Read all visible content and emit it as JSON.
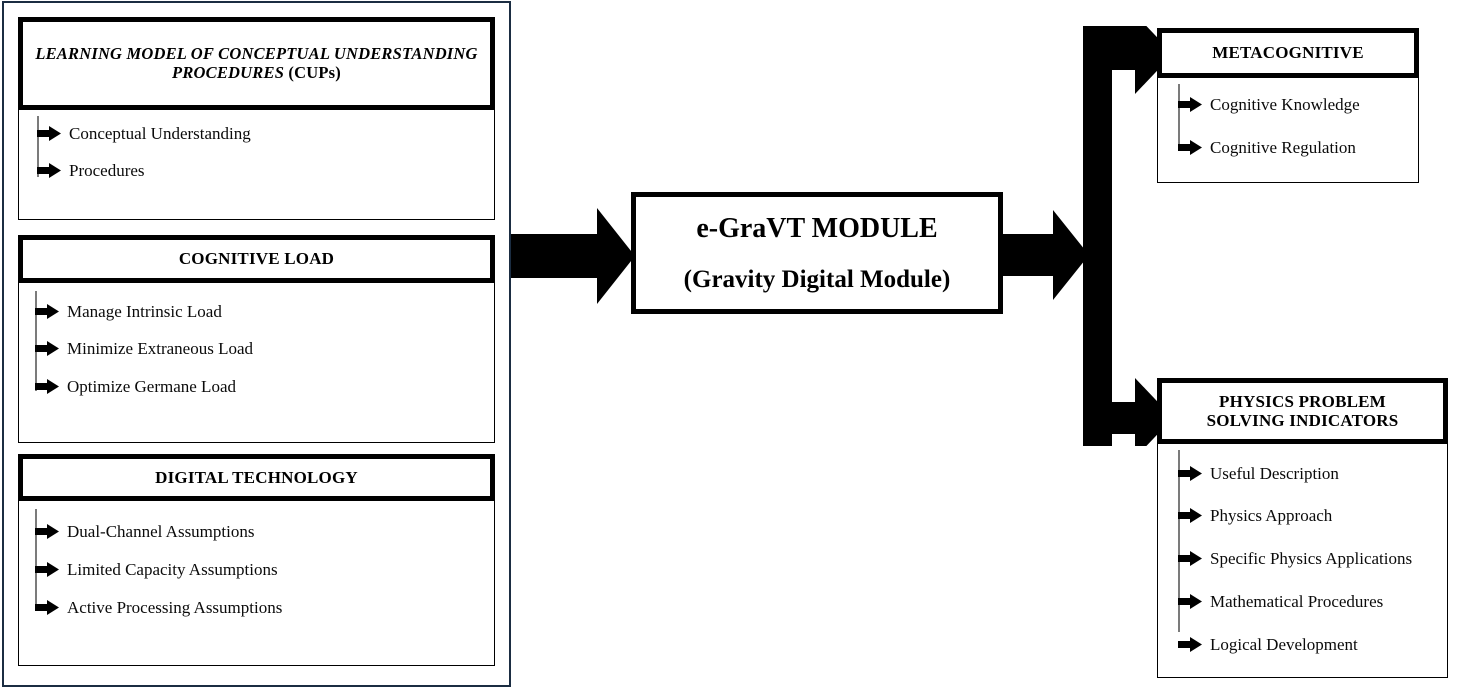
{
  "diagram": {
    "title": "e-GraVT Module conceptual framework",
    "colors": {
      "outline": "#1b2d42",
      "stroke": "#000000",
      "background": "#ffffff",
      "spine": "#7b7b7b"
    },
    "inputs": [
      {
        "id": "cups",
        "title_italic": "LEARNING MODEL OF CONCEPTUAL UNDERSTANDING PROCEDURES",
        "title_roman": "(CUPs)",
        "items": [
          "Conceptual Understanding",
          "Procedures"
        ]
      },
      {
        "id": "cognitive-load",
        "title": "COGNITIVE LOAD",
        "items": [
          "Manage Intrinsic Load",
          "Minimize Extraneous Load",
          "Optimize Germane Load"
        ]
      },
      {
        "id": "digital-technology",
        "title": "DIGITAL TECHNOLOGY",
        "items": [
          "Dual-Channel Assumptions",
          "Limited Capacity Assumptions",
          "Active Processing Assumptions"
        ]
      }
    ],
    "module": {
      "line1": "e-GraVT MODULE",
      "line2": "(Gravity Digital Module)"
    },
    "outputs": [
      {
        "id": "metacognitive",
        "title": "METACOGNITIVE",
        "items": [
          "Cognitive Knowledge",
          "Cognitive Regulation"
        ]
      },
      {
        "id": "physics-problem-solving",
        "title_line1": "PHYSICS PROBLEM",
        "title_line2": "SOLVING INDICATORS",
        "items": [
          "Useful Description",
          "Physics Approach",
          "Specific Physics Applications",
          "Mathematical Procedures",
          "Logical Development"
        ]
      }
    ],
    "connectors": [
      {
        "id": "inputs-to-module",
        "shape": "straight-right-arrow"
      },
      {
        "id": "module-to-branch",
        "shape": "straight-right-arrow"
      },
      {
        "id": "branch-to-metacognitive",
        "shape": "elbow-up-right-arrow"
      },
      {
        "id": "branch-to-physics",
        "shape": "elbow-down-right-arrow"
      }
    ]
  }
}
